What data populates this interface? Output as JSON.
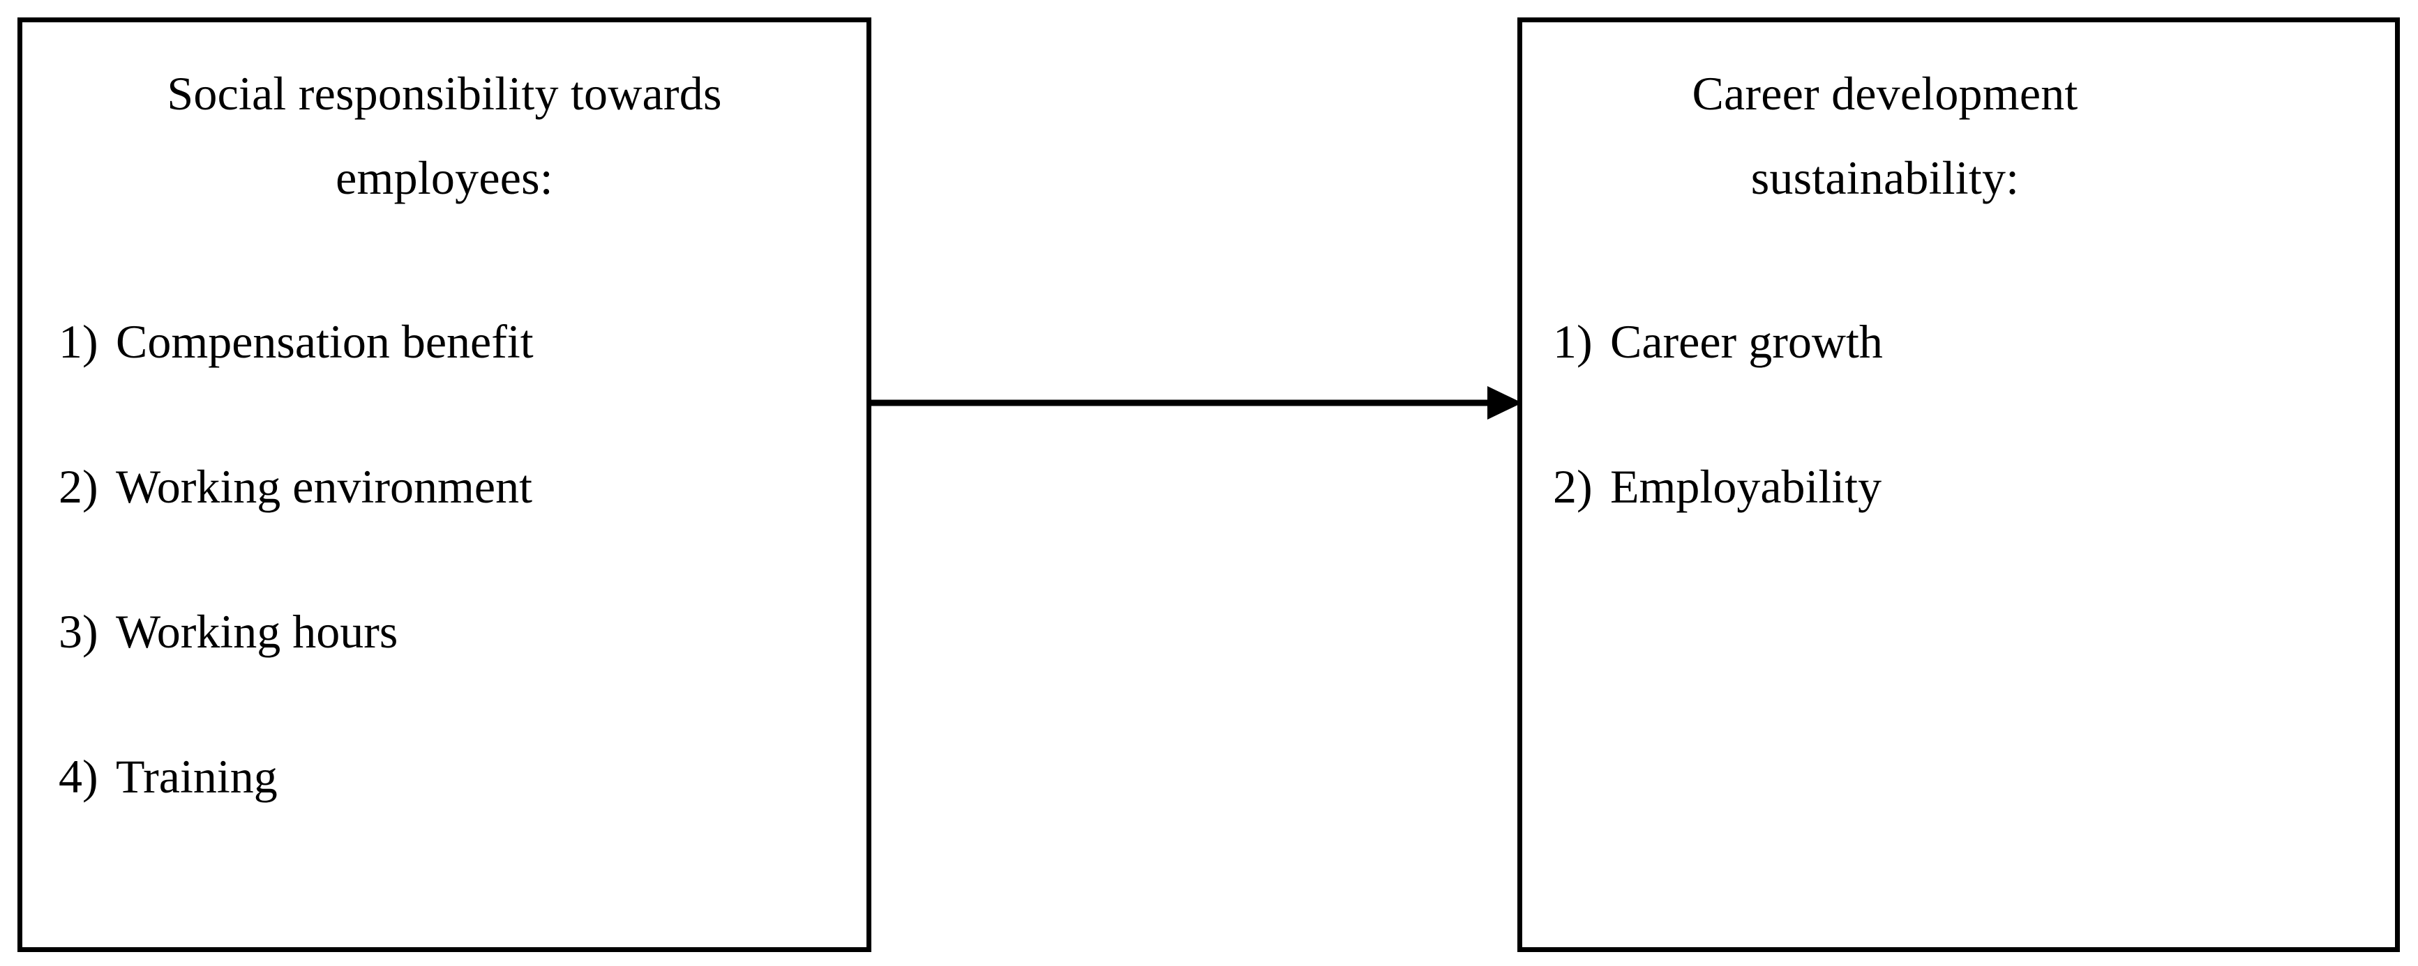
{
  "figure": {
    "type": "flow-diagram",
    "orientation": "left-to-right",
    "background_color": "#ffffff",
    "line_color": "#000000"
  },
  "left_node": {
    "title": "Social responsibility towards\nemployees:",
    "title_line1": "Social responsibility towards",
    "title_line2": "employees:",
    "items": [
      {
        "marker": "1)",
        "label": "Compensation benefit"
      },
      {
        "marker": "2)",
        "label": "Working environment"
      },
      {
        "marker": "3)",
        "label": "Working hours"
      },
      {
        "marker": "4)",
        "label": "Training"
      }
    ]
  },
  "right_node": {
    "title": "Career development\nsustainability:",
    "title_line1": "Career development",
    "title_line2": "sustainability:",
    "items": [
      {
        "marker": "1)",
        "label": "Career growth"
      },
      {
        "marker": "2)",
        "label": "Employability"
      }
    ]
  },
  "connector": {
    "name": "arrow-left-to-right",
    "from": "left_node",
    "to": "right_node",
    "style": "solid",
    "head": "filled-triangle",
    "label": "",
    "color": "#000000"
  }
}
